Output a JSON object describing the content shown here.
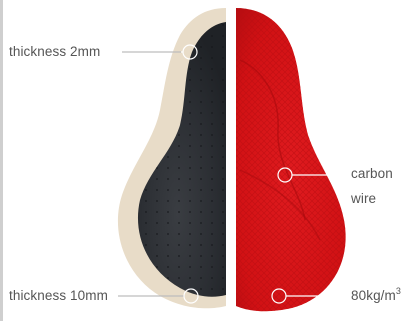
{
  "annotations": {
    "thickness_top": "thickness 2mm",
    "thickness_bottom": "thickness 10mm",
    "carbon_line1": "carbon",
    "carbon_line2": "wire",
    "density_value": "80kg/m",
    "density_exponent": "3"
  },
  "colors": {
    "outer_beige": "#e8dcc8",
    "foam_dark": "#2b2e33",
    "mesh_red": "#d11114",
    "callout_line": "#ffffff",
    "label_text": "#555555"
  }
}
